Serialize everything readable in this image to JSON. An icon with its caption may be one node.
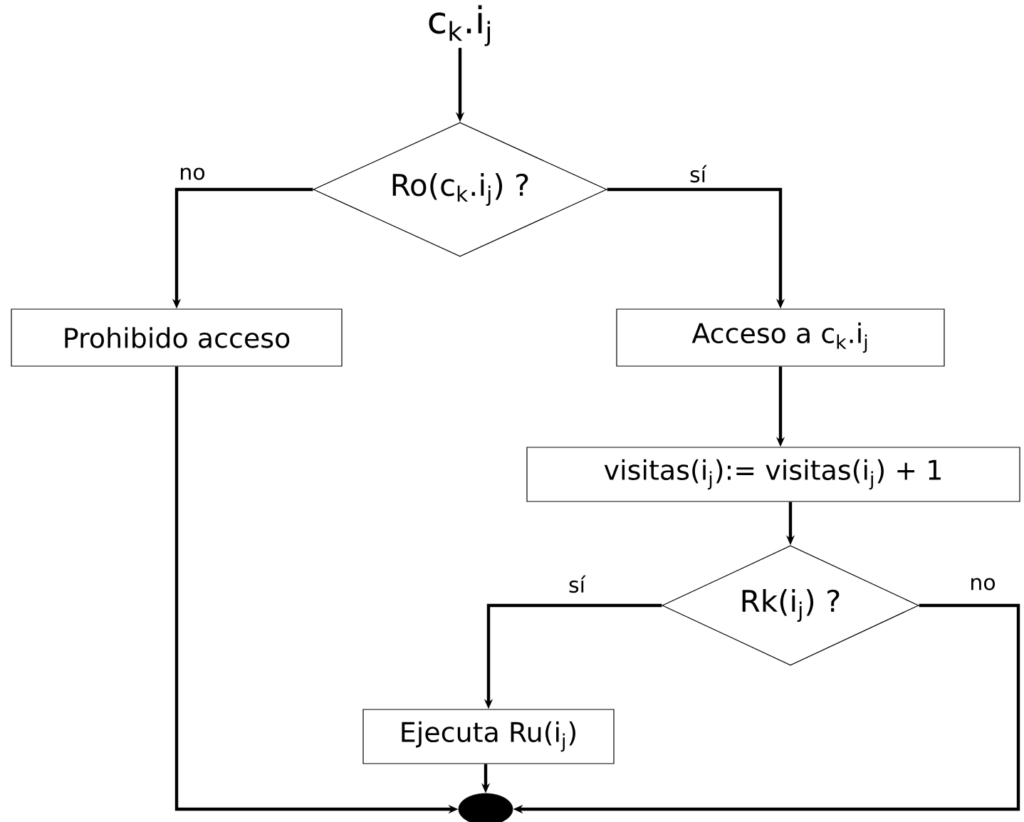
{
  "diagram": {
    "nodes": [
      {
        "text": [
          "c$_{k}$.i$_{j}$"
        ]
      },
      {
        "text": [
          "Ro(c$_{k}$.i$_{j}$) ?"
        ]
      },
      {
        "text": [
          "Prohibido acceso"
        ]
      },
      {
        "text": [
          "Acceso a c$_{k}$.i$_{j}$"
        ]
      },
      {
        "text": [
          "visitas(i$_{j}$):= visitas(i$_{j}$) + 1"
        ]
      },
      {
        "text": [
          "Rk(i$_{j}$) ?"
        ]
      },
      {
        "text": [
          "Ejecuta Ru(i$_{j}$)"
        ]
      },
      {
        "text": [],
        "shape": "circle"
      }
    ],
    "edges": [
      {
        "from": 0,
        "to": 1,
        "arrow": "to"
      },
      {
        "from": 1,
        "to": 2,
        "arrow": "to",
        "label": "no"
      },
      {
        "from": 1,
        "to": 3,
        "arrow": "to",
        "label": "sí"
      },
      {
        "from": 3,
        "to": 4,
        "arrow": "to"
      },
      {
        "from": 4,
        "to": 5,
        "arrow": "to"
      },
      {
        "from": 5,
        "to": 6,
        "arrow": "to",
        "label": "sí"
      },
      {
        "from": 5,
        "to": 7,
        "arrow": "to",
        "label": "no"
      },
      {
        "from": 2,
        "to": 7,
        "arrow": "to"
      },
      {
        "from": 6,
        "to": 7,
        "arrow": "to"
      }
    ]
  }
}
